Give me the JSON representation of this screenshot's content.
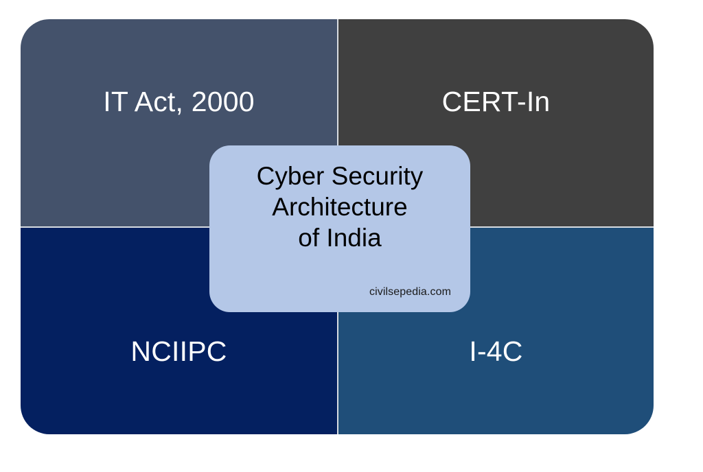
{
  "diagram": {
    "type": "matrix-2x2",
    "center": {
      "title": "Cyber Security\nArchitecture\nof India",
      "watermark": "civilsepedia.com",
      "background_color": "#B4C7E7",
      "text_color": "#000000"
    },
    "quadrants": [
      {
        "position": "top-left",
        "label": "IT Act, 2000",
        "background_color": "#44526B",
        "text_color": "#FFFFFF"
      },
      {
        "position": "top-right",
        "label": "CERT-In",
        "background_color": "#404040",
        "text_color": "#FFFFFF"
      },
      {
        "position": "bottom-left",
        "label": "NCIIPC",
        "background_color": "#042060",
        "text_color": "#FFFFFF"
      },
      {
        "position": "bottom-right",
        "label": "I-4C",
        "background_color": "#1F4E79",
        "text_color": "#FFFFFF"
      }
    ],
    "divider_color": "#D9DDE2",
    "canvas_background": "#FFFFFF"
  }
}
